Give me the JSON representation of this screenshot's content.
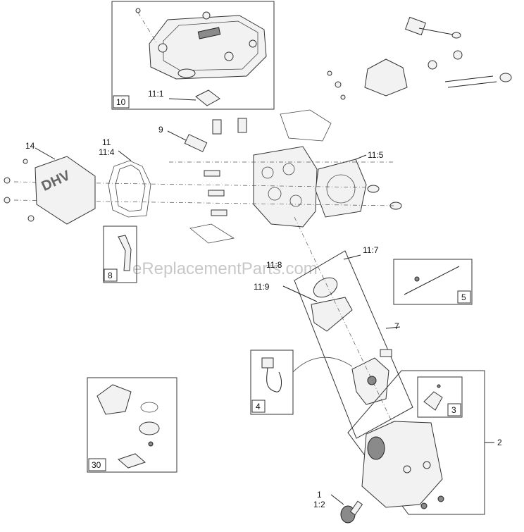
{
  "watermark": "eReplacementParts.com",
  "callouts": {
    "c10": "10",
    "c11_1": "11:1",
    "c9": "9",
    "c14": "14",
    "c11": "11",
    "c11_4": "11:4",
    "c11_5": "11:5",
    "c8": "8",
    "c11_7": "11:7",
    "c11_8": "11:8",
    "c11_9": "11:9",
    "c5": "5",
    "c7": "7",
    "c4": "4",
    "c3": "3",
    "c2": "2",
    "c30": "30",
    "c1": "1",
    "c1_2": "1:2"
  }
}
